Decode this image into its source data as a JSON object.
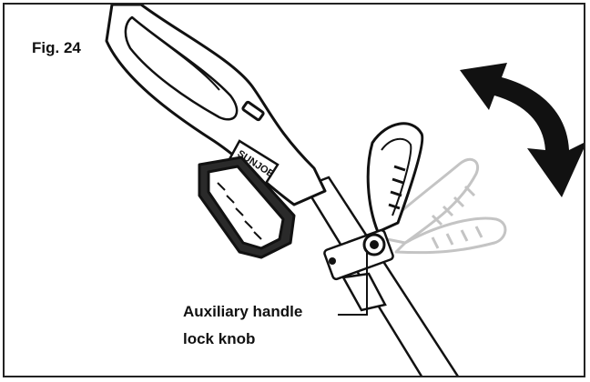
{
  "figure": {
    "label": "Fig. 24",
    "callout": {
      "line1": "Auxiliary handle",
      "line2": "lock knob"
    },
    "brand": "SUNJOE",
    "icons": [
      "rotation-arrow-icon"
    ],
    "colors": {
      "ink": "#111111",
      "ghost": "#bdbdbd",
      "background": "#ffffff"
    }
  }
}
